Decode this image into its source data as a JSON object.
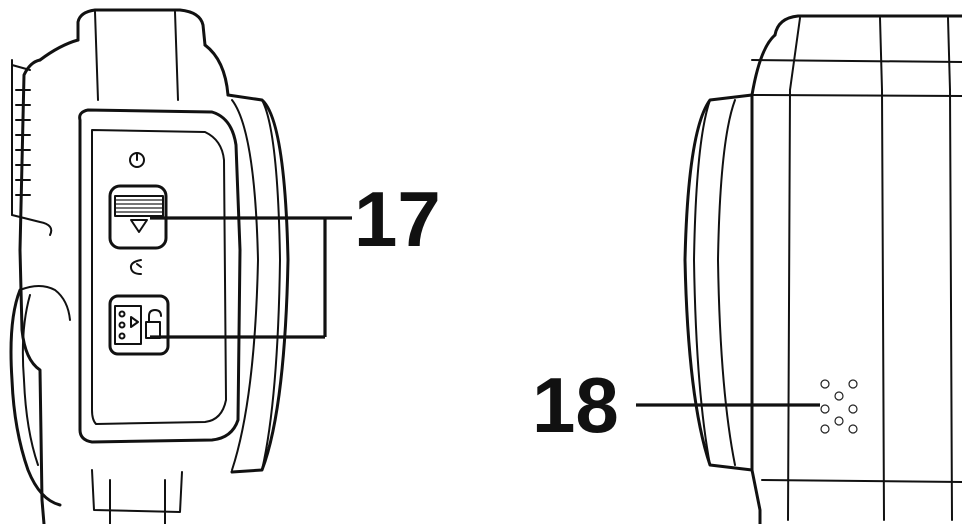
{
  "callouts": {
    "a": "17",
    "b": "18"
  },
  "icons": {
    "power_on": "power-on-symbol",
    "power_off": "power-off-symbol",
    "lock": "unlock-symbol"
  }
}
